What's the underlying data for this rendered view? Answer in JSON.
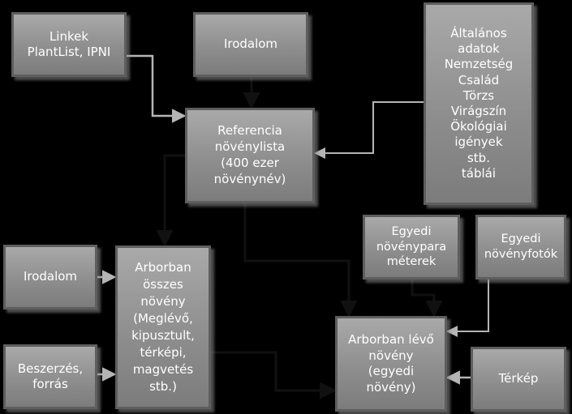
{
  "boxes": {
    "linkek": [
      "Linkek",
      "PlantList, IPNI"
    ],
    "irodalom_top": [
      "Irodalom"
    ],
    "altalanos": [
      "Általános",
      "adatok",
      "Nemzetség",
      "Család",
      "Törzs",
      "Virágszín",
      "Ökológiai",
      "igények",
      "stb.",
      "táblái"
    ],
    "referencia": [
      "Referencia",
      "növénylista",
      "(400 ezer",
      "növénynév)"
    ],
    "egyedi_param": [
      "Egyedi",
      "növénypara",
      "méterek"
    ],
    "egyedi_foto": [
      "Egyedi",
      "növényfotók"
    ],
    "irodalom_left": [
      "Irodalom"
    ],
    "arborban_osszes": [
      "Arborban",
      "összes",
      "növény",
      "(Meglévő,",
      "kipusztult,",
      "térképi,",
      "magvetés",
      "stb.)"
    ],
    "beszerzes": [
      "Beszerzés,",
      "forrás"
    ],
    "arborban_levo": [
      "Arborban lévő",
      "növény",
      "(egyedi",
      "növény)"
    ],
    "terkep": [
      "Térkép"
    ]
  },
  "colors": {
    "background": "#000000",
    "box_fill": "#8e8e8e",
    "box_border": "#5e5e5e",
    "connector_light": "#b5b5b5",
    "connector_dark": "#111111"
  }
}
